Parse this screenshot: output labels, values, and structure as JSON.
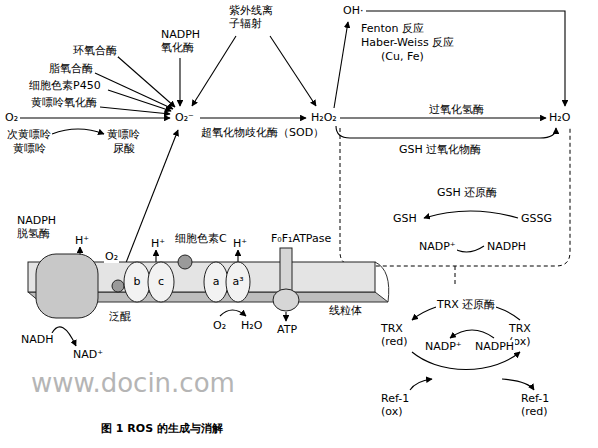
{
  "diagram": {
    "caption": "图 1 ROS 的生成与消解",
    "nodes": [
      {
        "text": [
          "线粒体"
        ]
      },
      {
        "text": [
          "NADPH 脱氢酶"
        ],
        "in": 0
      },
      {
        "text": [
          "泛醌"
        ],
        "in": 0
      },
      {
        "text": [
          "b"
        ],
        "in": 0
      },
      {
        "text": [
          "c"
        ],
        "in": 0
      },
      {
        "text": [
          "细胞色素C"
        ],
        "in": 0
      },
      {
        "text": [
          "a"
        ],
        "in": 0
      },
      {
        "text": [
          "a³"
        ],
        "in": 0
      },
      {
        "text": [
          "F₀F₁ATPase"
        ],
        "in": 0
      }
    ],
    "labels": [
      "O₂",
      "黄嘌呤氧化酶",
      "细胞色素P450",
      "脂氧合酶",
      "环氧合酶",
      "NADPH 氧化酶",
      "次黄嘌呤",
      "黄嘌呤",
      "黄嘌呤",
      "尿酸",
      "紫外线离子辐射",
      "O₂⁻",
      "超氧化物歧化酶（SOD）",
      "H₂O₂",
      "OH·",
      "Fenton 反应",
      "Haber-Weiss 反应",
      "(Cu, Fe)",
      "H₂O",
      "过氧化氢酶",
      "GSH 过氧化物酶",
      "GSH",
      "GSH 还原酶",
      "GSSG",
      "NADP⁺",
      "NADPH",
      "TRX 还原酶",
      "TRX (red)",
      "TRX (ox)",
      "NADP⁺",
      "NADPH",
      "Ref-1 (ox)",
      "Ref-1 (red)",
      "H⁺",
      "O₂",
      "H⁺",
      "H⁺",
      "NADH",
      "NAD⁺",
      "O₂",
      "H₂O",
      "ATP",
      "www.docin.com"
    ]
  }
}
